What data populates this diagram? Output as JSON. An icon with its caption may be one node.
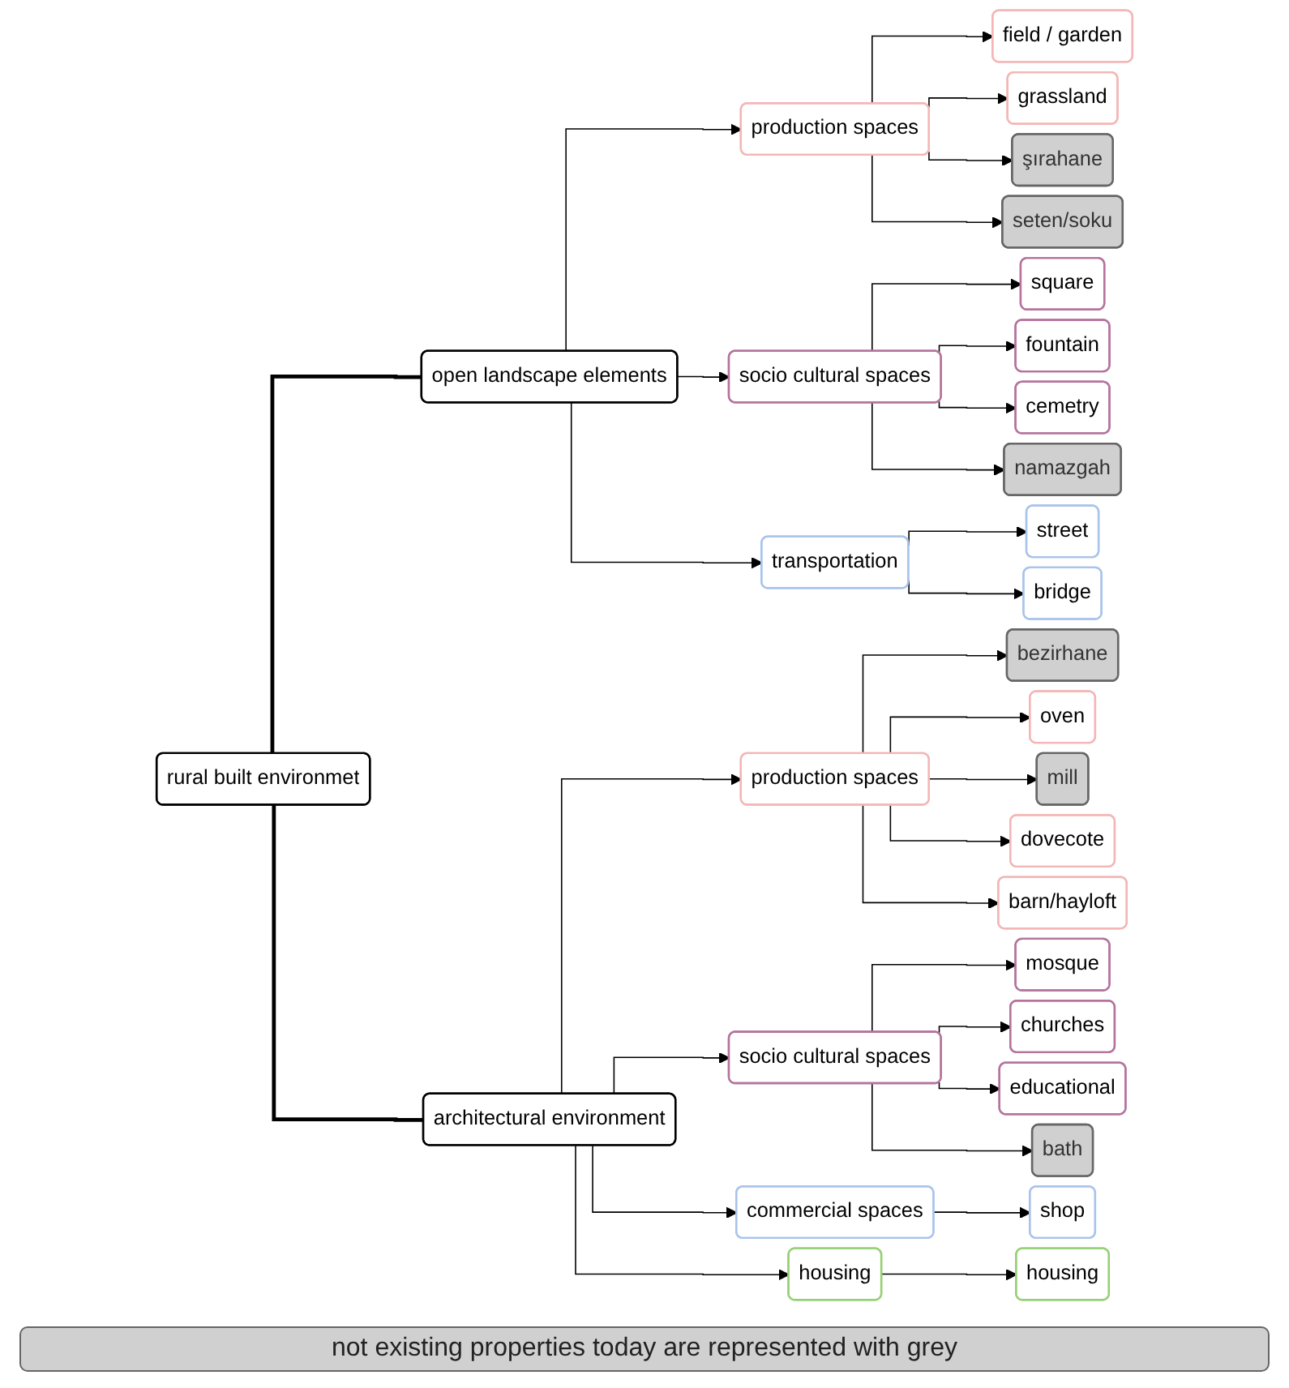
{
  "diagram": {
    "nodes": [
      {
        "text": [
          "rural built environmet"
        ]
      },
      {
        "text": [
          "open landscape elements"
        ]
      },
      {
        "text": [
          "production spaces"
        ]
      },
      {
        "text": [
          "field / garden"
        ]
      },
      {
        "text": [
          "grassland"
        ]
      },
      {
        "text": [
          "şırahane"
        ]
      },
      {
        "text": [
          "seten/soku"
        ]
      },
      {
        "text": [
          "socio cultural spaces"
        ]
      },
      {
        "text": [
          "square"
        ]
      },
      {
        "text": [
          "fountain"
        ]
      },
      {
        "text": [
          "cemetry"
        ]
      },
      {
        "text": [
          "namazgah"
        ]
      },
      {
        "text": [
          "transportation"
        ]
      },
      {
        "text": [
          "street"
        ]
      },
      {
        "text": [
          "bridge"
        ]
      },
      {
        "text": [
          "architectural environment"
        ]
      },
      {
        "text": [
          "production spaces"
        ]
      },
      {
        "text": [
          "bezirhane"
        ]
      },
      {
        "text": [
          "oven"
        ]
      },
      {
        "text": [
          "mill"
        ]
      },
      {
        "text": [
          "dovecote"
        ]
      },
      {
        "text": [
          "barn/hayloft"
        ]
      },
      {
        "text": [
          "socio cultural spaces"
        ]
      },
      {
        "text": [
          "mosque"
        ]
      },
      {
        "text": [
          "churches"
        ]
      },
      {
        "text": [
          "educational"
        ]
      },
      {
        "text": [
          "bath"
        ]
      },
      {
        "text": [
          "commercial spaces"
        ]
      },
      {
        "text": [
          "shop"
        ]
      },
      {
        "text": [
          "housing"
        ]
      },
      {
        "text": [
          "housing"
        ]
      }
    ],
    "edges": [
      {
        "from": 0,
        "to": 1,
        "arrow": "none",
        "style": "thick"
      },
      {
        "from": 0,
        "to": 15,
        "arrow": "none",
        "style": "thick"
      },
      {
        "from": 1,
        "to": 2,
        "arrow": "to"
      },
      {
        "from": 1,
        "to": 7,
        "arrow": "to"
      },
      {
        "from": 1,
        "to": 12,
        "arrow": "to"
      },
      {
        "from": 2,
        "to": 3,
        "arrow": "to"
      },
      {
        "from": 2,
        "to": 4,
        "arrow": "to"
      },
      {
        "from": 2,
        "to": 5,
        "arrow": "to"
      },
      {
        "from": 2,
        "to": 6,
        "arrow": "to"
      },
      {
        "from": 7,
        "to": 8,
        "arrow": "to"
      },
      {
        "from": 7,
        "to": 9,
        "arrow": "to"
      },
      {
        "from": 7,
        "to": 10,
        "arrow": "to"
      },
      {
        "from": 7,
        "to": 11,
        "arrow": "to"
      },
      {
        "from": 12,
        "to": 13,
        "arrow": "to"
      },
      {
        "from": 12,
        "to": 14,
        "arrow": "to"
      },
      {
        "from": 15,
        "to": 16,
        "arrow": "to"
      },
      {
        "from": 15,
        "to": 22,
        "arrow": "to"
      },
      {
        "from": 15,
        "to": 27,
        "arrow": "to"
      },
      {
        "from": 15,
        "to": 29,
        "arrow": "to"
      },
      {
        "from": 16,
        "to": 17,
        "arrow": "to"
      },
      {
        "from": 16,
        "to": 18,
        "arrow": "to"
      },
      {
        "from": 16,
        "to": 19,
        "arrow": "to"
      },
      {
        "from": 16,
        "to": 20,
        "arrow": "to"
      },
      {
        "from": 16,
        "to": 21,
        "arrow": "to"
      },
      {
        "from": 22,
        "to": 23,
        "arrow": "to"
      },
      {
        "from": 22,
        "to": 24,
        "arrow": "to"
      },
      {
        "from": 22,
        "to": 25,
        "arrow": "to"
      },
      {
        "from": 22,
        "to": 26,
        "arrow": "to"
      },
      {
        "from": 27,
        "to": 28,
        "arrow": "to"
      },
      {
        "from": 29,
        "to": 30,
        "arrow": "to"
      }
    ],
    "legend": [
      {
        "text": "not existing properties today are represented with grey",
        "color": "#d0d0d0"
      }
    ]
  }
}
